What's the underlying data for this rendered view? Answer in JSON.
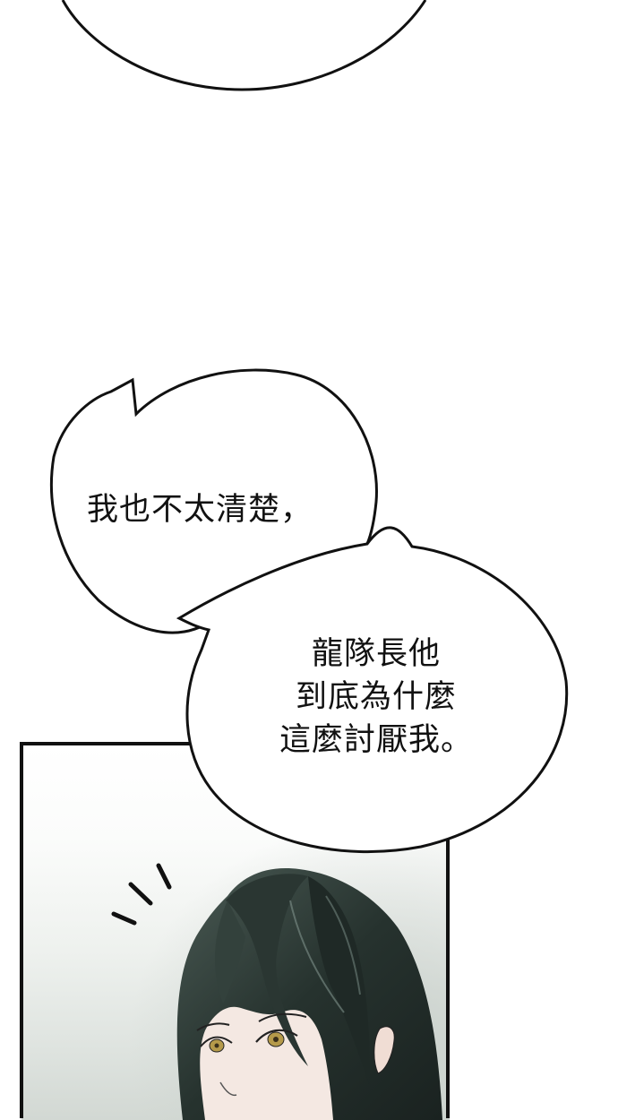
{
  "page": {
    "background": "#ffffff",
    "ink_color": "#111111",
    "hair_color": "#2c3833",
    "skin_color": "#f3e6df",
    "eye_color": "#b59a4a"
  },
  "bubbles": [
    {
      "id": "top-bubble-remnant",
      "lines": []
    },
    {
      "id": "speech-bubble-1",
      "lines": [
        "我也不太清楚，"
      ]
    },
    {
      "id": "speech-bubble-2",
      "lines": [
        "龍隊長他",
        "到底為什麼",
        "這麼討厭我。"
      ]
    }
  ],
  "panel": {
    "description": "Close-up of a character with long dark green-black hair and amber eyes looking up",
    "effect": "surprise-lines"
  }
}
